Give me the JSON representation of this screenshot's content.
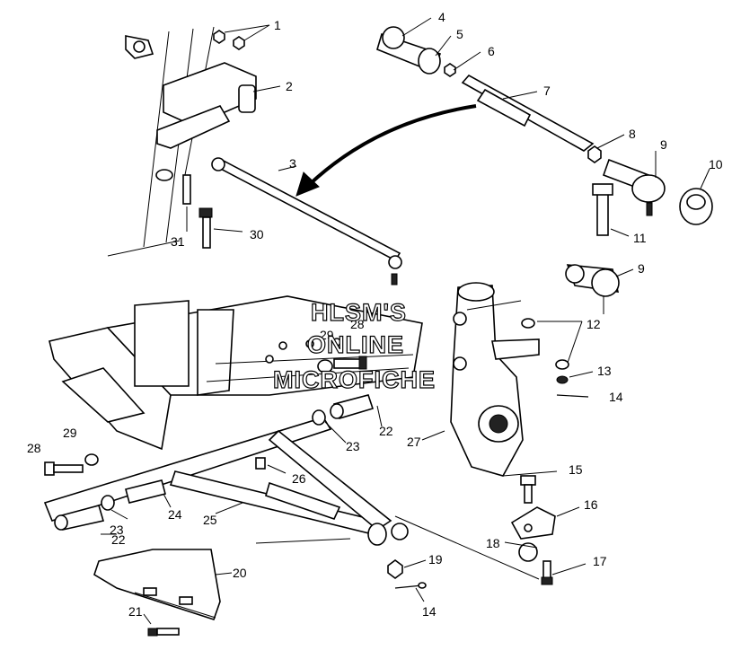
{
  "watermark": {
    "line1": "HLSM'S",
    "line2": "ONLINE",
    "line3": "MICROFICHE"
  },
  "callouts": [
    {
      "label": "1"
    },
    {
      "label": "2"
    },
    {
      "label": "3"
    },
    {
      "label": "4"
    },
    {
      "label": "5"
    },
    {
      "label": "6"
    },
    {
      "label": "7"
    },
    {
      "label": "8"
    },
    {
      "label": "9"
    },
    {
      "label": "10"
    },
    {
      "label": "11"
    },
    {
      "label": "9"
    },
    {
      "label": "12"
    },
    {
      "label": "13"
    },
    {
      "label": "14"
    },
    {
      "label": "22"
    },
    {
      "label": "23"
    },
    {
      "label": "27"
    },
    {
      "label": "26"
    },
    {
      "label": "15"
    },
    {
      "label": "16"
    },
    {
      "label": "29"
    },
    {
      "label": "28"
    },
    {
      "label": "23"
    },
    {
      "label": "24"
    },
    {
      "label": "25"
    },
    {
      "label": "22"
    },
    {
      "label": "20"
    },
    {
      "label": "18"
    },
    {
      "label": "19"
    },
    {
      "label": "17"
    },
    {
      "label": "14"
    },
    {
      "label": "21"
    },
    {
      "label": "31"
    },
    {
      "label": "30"
    },
    {
      "label": "29"
    },
    {
      "label": "28"
    }
  ]
}
